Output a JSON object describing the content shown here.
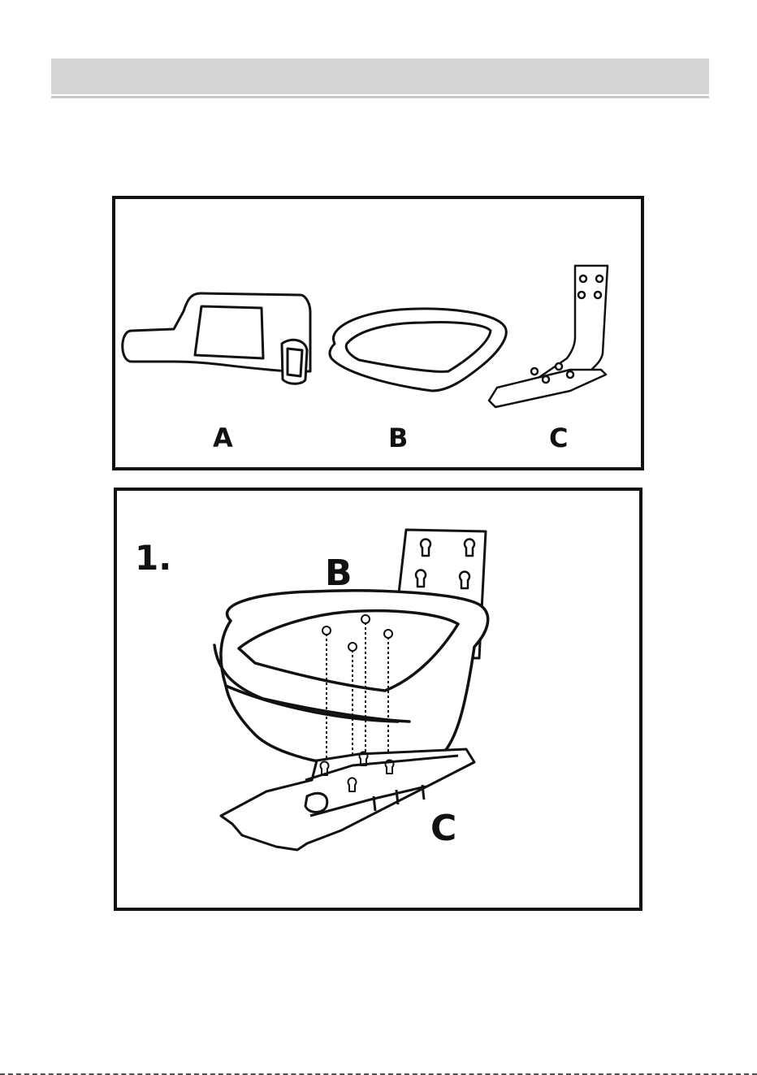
{
  "parts_panel": {
    "labels": {
      "a": "A",
      "b": "B",
      "c": "C"
    }
  },
  "step_panel": {
    "step_number": "1.",
    "callouts": {
      "b": "B",
      "c": "C"
    }
  },
  "colors": {
    "header_bar": "#d4d4d4",
    "ink": "#111111",
    "seat_fill": "#f4f4f4"
  }
}
